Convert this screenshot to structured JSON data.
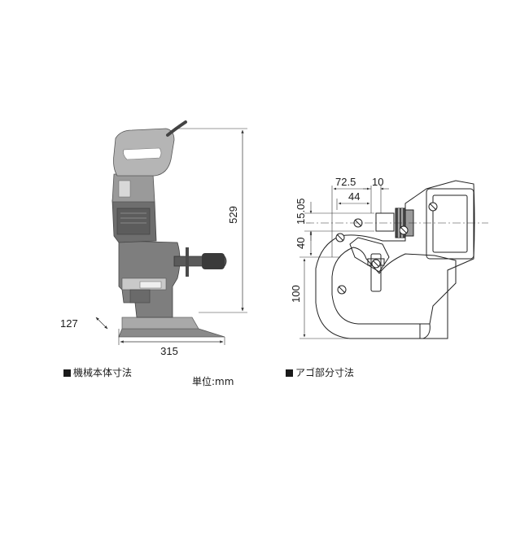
{
  "machine_view": {
    "height_label": "529",
    "width_label": "315",
    "depth_label": "127",
    "caption": "機械本体寸法"
  },
  "unit_label": "単位:mm",
  "jaw_view": {
    "dim_72_5": "72.5",
    "dim_10": "10",
    "dim_44": "44",
    "dim_15_05": "15.05",
    "dim_40": "40",
    "dim_100": "100",
    "caption": "アゴ部分寸法"
  }
}
